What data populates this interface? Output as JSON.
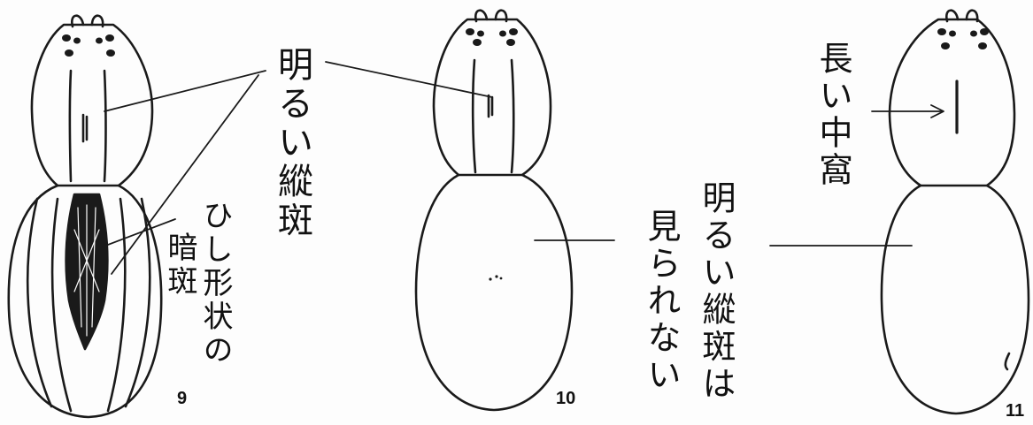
{
  "figures": [
    {
      "number": "9"
    },
    {
      "number": "10"
    },
    {
      "number": "11"
    }
  ],
  "labels": {
    "light_stripe": "明るい縱斑",
    "rhombic_dark_spot": [
      "ひし形状の",
      "暗斑"
    ],
    "no_light_stripe": [
      "明るい縱斑は",
      "見られない"
    ],
    "long_median_fovea": [
      "長い中窩"
    ]
  }
}
